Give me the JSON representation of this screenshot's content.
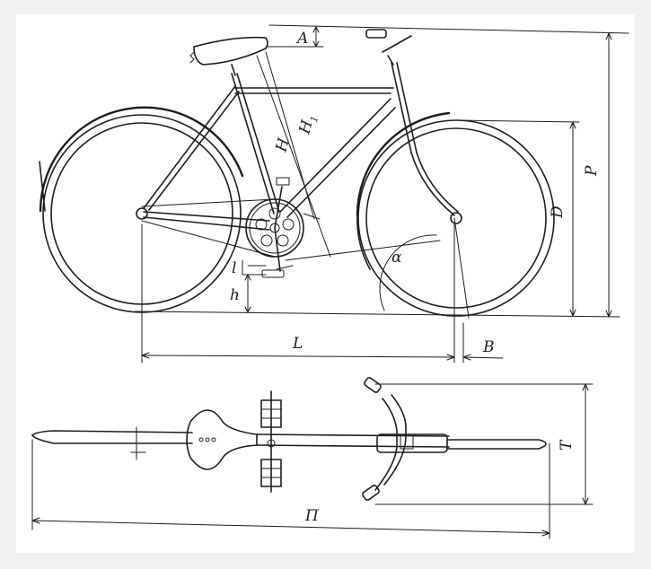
{
  "labels": {
    "A": "A",
    "H": "H",
    "H1": "H",
    "H1_sub": "1",
    "D": "D",
    "P": "P",
    "alpha": "α",
    "l": "l",
    "h": "h",
    "L": "L",
    "B": "B",
    "T": "T",
    "Pi": "П"
  },
  "colors": {
    "ink": "#1e1e1e",
    "paper": "#ffffff",
    "background": "#f1f1f1"
  }
}
